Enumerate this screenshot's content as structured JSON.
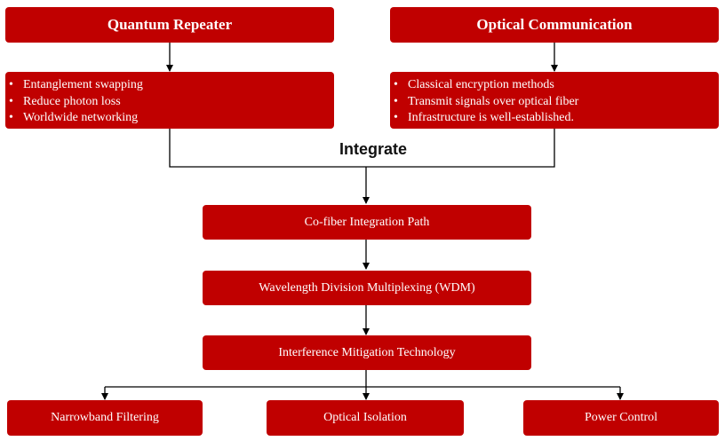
{
  "quantum_repeater": {
    "title": "Quantum Repeater",
    "points": [
      "Entanglement swapping",
      "Reduce photon loss",
      "Worldwide networking"
    ]
  },
  "optical_communication": {
    "title": "Optical Communication",
    "points": [
      "Classical encryption methods",
      "Transmit signals over optical fiber",
      "Infrastructure is well-established."
    ]
  },
  "integrate_label": "Integrate",
  "steps": [
    "Co-fiber Integration Path",
    "Wavelength Division Multiplexing (WDM)",
    "Interference Mitigation Technology"
  ],
  "outcomes": [
    "Narrowband Filtering",
    "Optical Isolation",
    "Power Control"
  ],
  "colors": {
    "box_fill": "#c00000",
    "box_text": "#ffffff",
    "line": "#000000"
  }
}
